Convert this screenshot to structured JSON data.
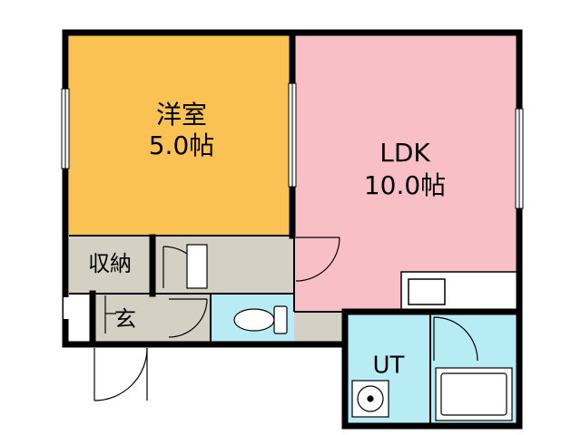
{
  "floor_plan": {
    "rooms": {
      "western_room": {
        "name": "洋室",
        "size": "5.0帖",
        "color": "#F9C253"
      },
      "ldk": {
        "name": "LDK",
        "size": "10.0帖",
        "color": "#F8C0C6"
      },
      "storage": {
        "name": "収納",
        "color": "#D4D1C4"
      },
      "entrance": {
        "name": "玄",
        "color": "#D4D1C4"
      },
      "unit_bath": {
        "name": "UT",
        "color": "#B7ECF5"
      }
    },
    "colors": {
      "wall": "#000000",
      "hall": "#D4D1C4",
      "bath": "#B7ECF5",
      "kitchen_counter": "#FFFFFF"
    }
  }
}
